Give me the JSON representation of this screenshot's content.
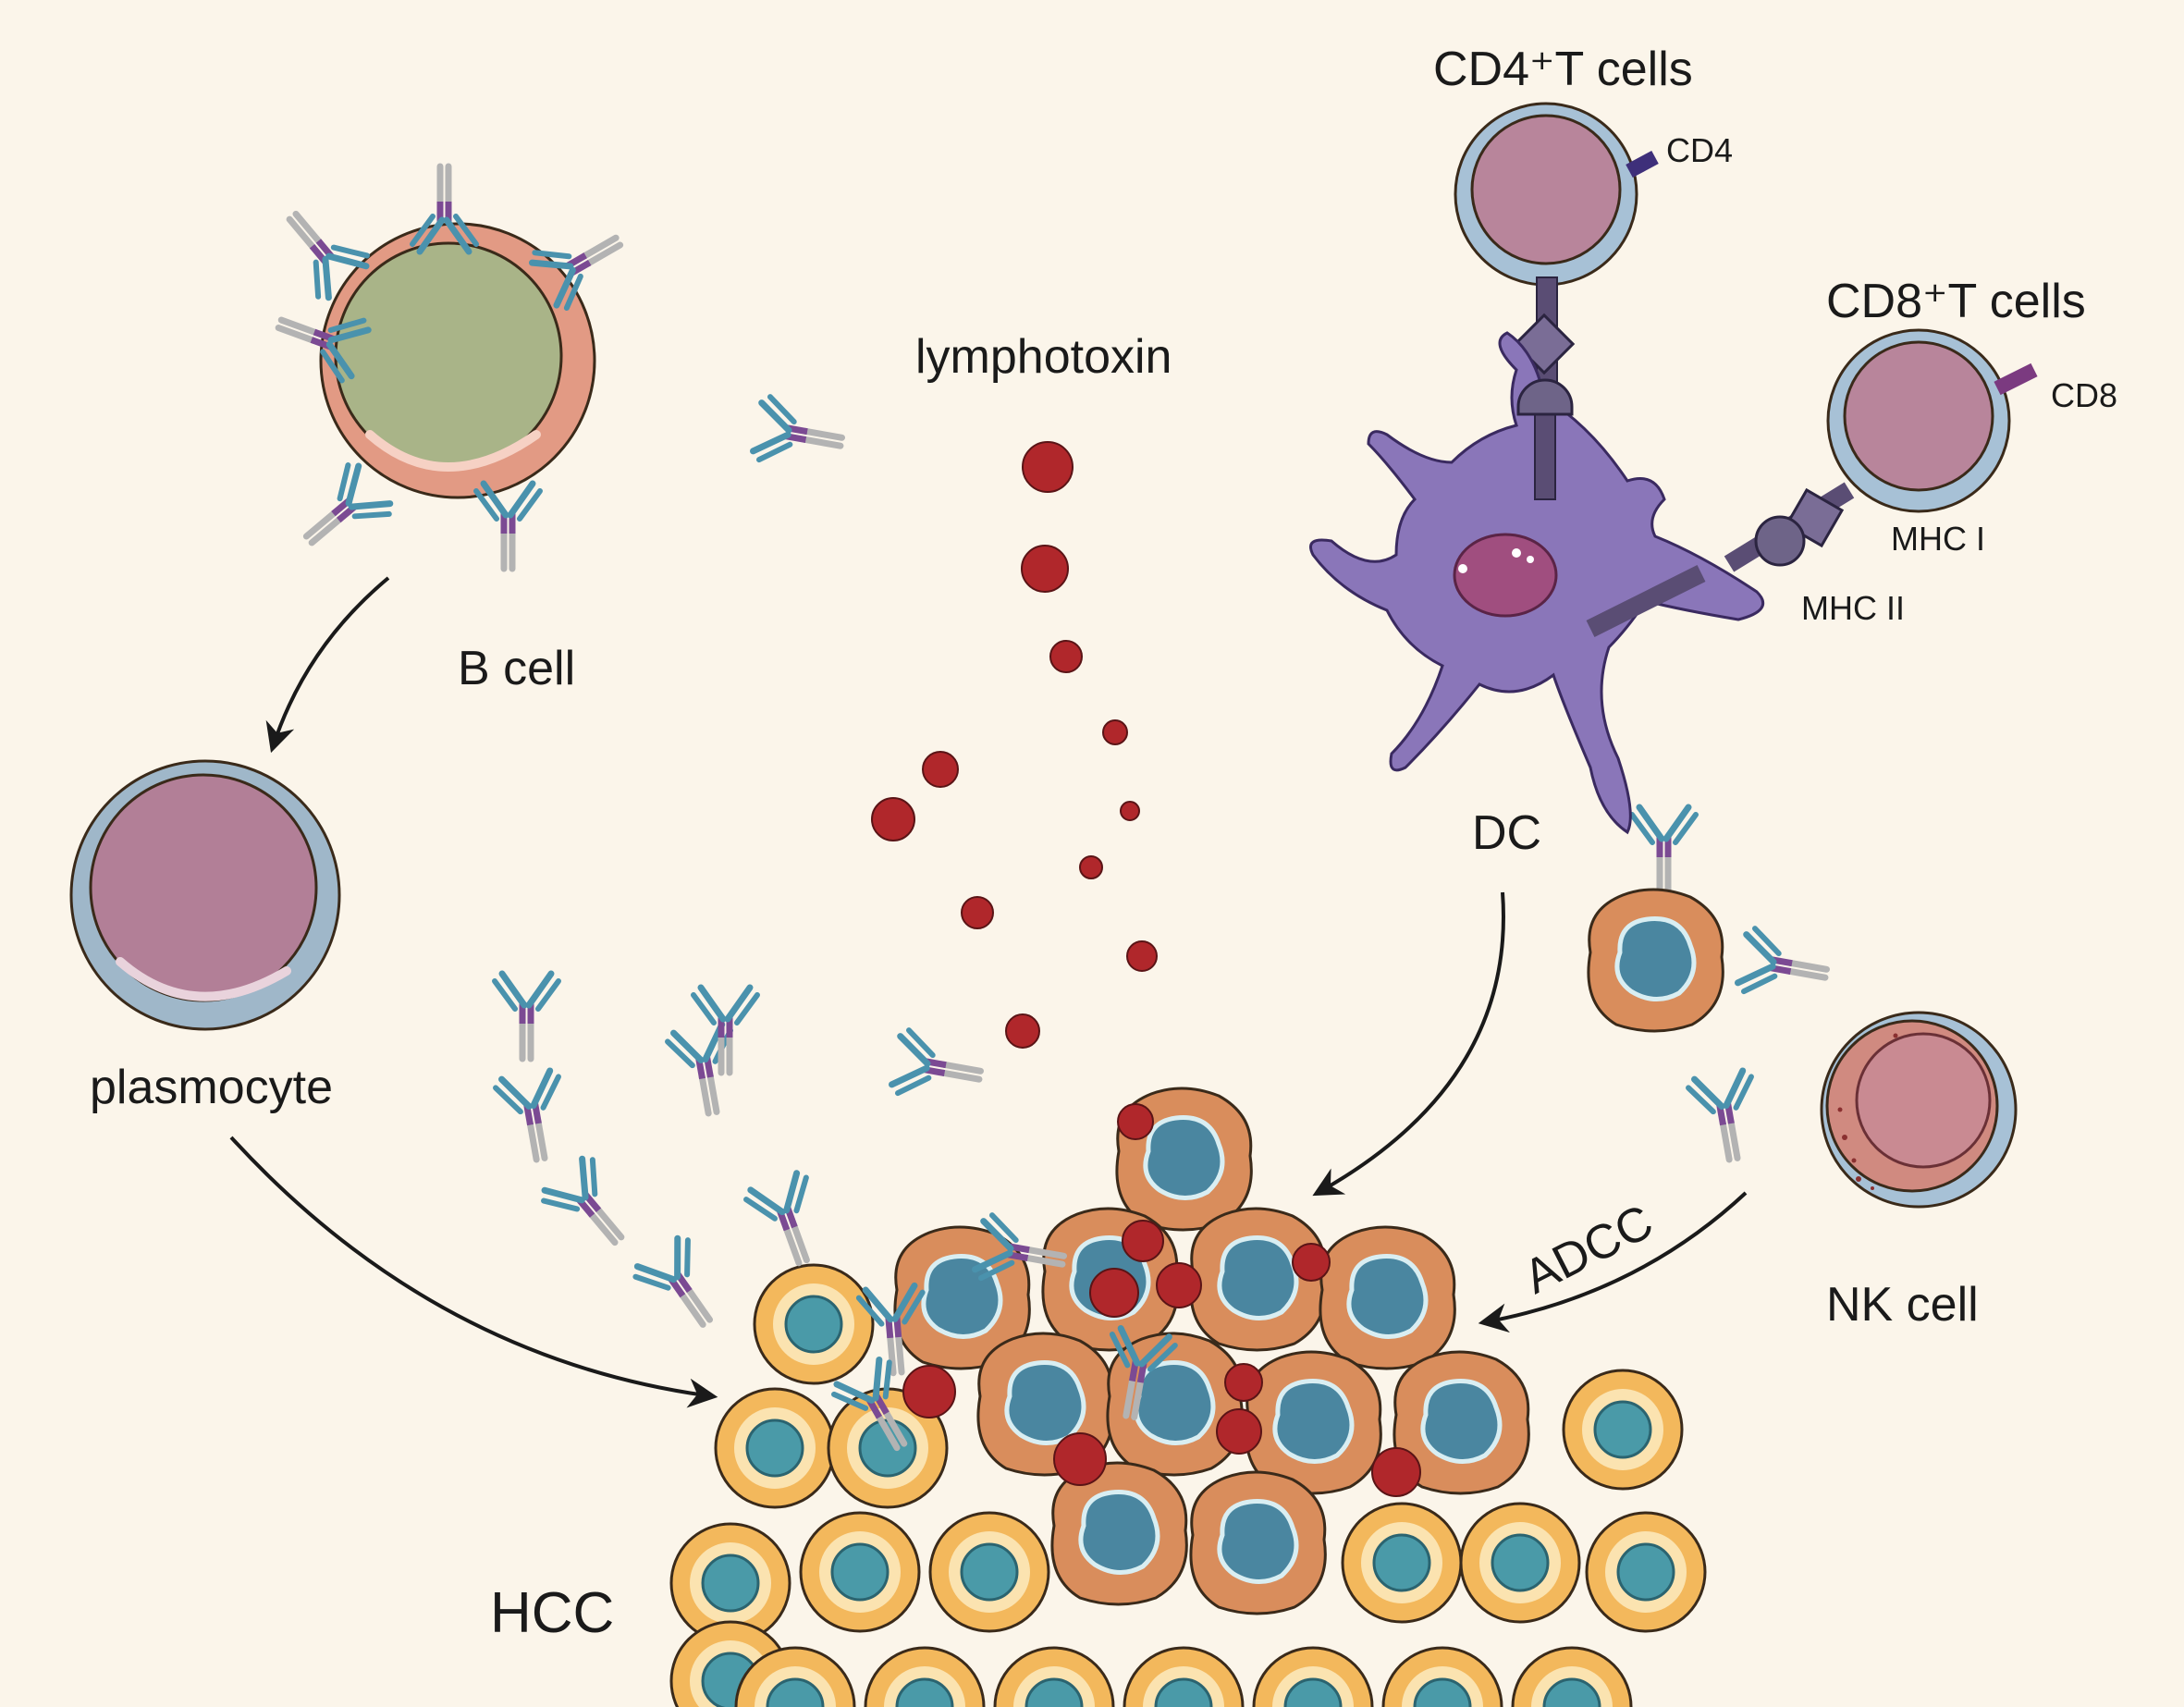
{
  "labels": {
    "cd4_t_cells": "CD4⁺T cells",
    "cd4": "CD4",
    "cd8_t_cells": "CD8⁺T cells",
    "cd8": "CD8",
    "mhc_i": "MHC I",
    "mhc_ii": "MHC II",
    "lymphotoxin": "lymphotoxin",
    "b_cell": "B cell",
    "dc": "DC",
    "plasmocyte": "plasmocyte",
    "adcc": "ADCC",
    "nk_cell": "NK cell",
    "hcc": "HCC"
  },
  "colors": {
    "background": "#fbf5ea",
    "lymphotoxin_dot": "#b0272b",
    "antibody_heavy": "#4a92ad",
    "antibody_hinge": "#7b4a93",
    "antibody_tail": "#b3b3b3",
    "hepatocyte": "#f3b85c",
    "tumor_cell": "#d98d5c",
    "nucleus": "#4a9aa8",
    "dendritic_cell": "#8a76b9",
    "b_cell_nucleus": "#a9b488",
    "plasmocyte_nucleus": "#b27f97",
    "nk_cell": "#d08a80"
  }
}
